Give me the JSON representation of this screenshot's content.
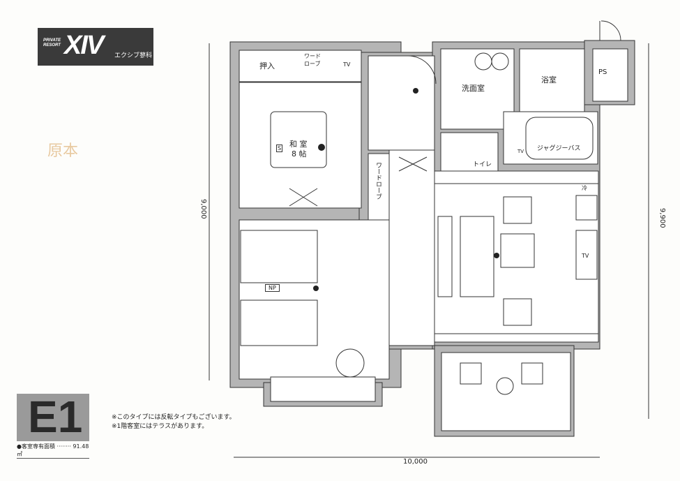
{
  "logo": {
    "prefix": "PRIVATE RESORT",
    "name": "XIV",
    "subtitle": "エクシブ蓼科"
  },
  "stamp": "原本",
  "unit_type": "E1",
  "area_label": "●客室専有面積",
  "area_value": "91.48㎡",
  "notes": [
    "※このタイプには反転タイプもございます。",
    "※1階客室にはテラスがあります。"
  ],
  "dimensions": {
    "width": "10,000",
    "left_height": "9,000",
    "right_height": "9,900"
  },
  "rooms": {
    "oshiire": "押入",
    "wardrobe_top": "ワード\nローブ",
    "tv_top": "TV",
    "washroom": "洗面室",
    "bath": "浴室",
    "ps": "PS",
    "jacuzzi": "ジャグジーバス",
    "toilet": "トイレ",
    "tv_small": "TV",
    "washitsu": "和 室",
    "washitsu_size": "8 帖",
    "s_mark": "S",
    "wardrobe_side": "ワードローブ",
    "np": "NP",
    "fridge": "冷",
    "tv_living": "TV"
  }
}
